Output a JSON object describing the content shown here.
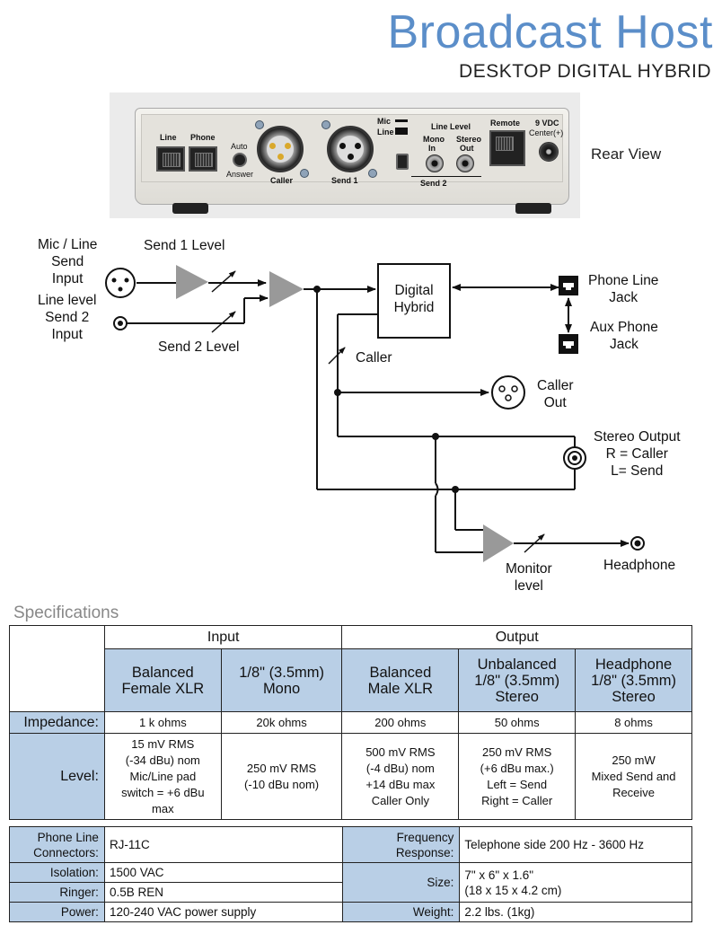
{
  "header": {
    "title": "Broadcast Host",
    "subtitle": "DESKTOP DIGITAL HYBRID"
  },
  "rear_panel": {
    "caption": "Rear View",
    "labels": {
      "line": "Line",
      "phone": "Phone",
      "auto": "Auto",
      "answer": "Answer",
      "caller": "Caller",
      "send1": "Send 1",
      "mic": "Mic",
      "line_switch": "Line",
      "line_level": "Line Level",
      "mono_in": "Mono",
      "mono_in2": "In",
      "stereo_out": "Stereo",
      "stereo_out2": "Out",
      "send2": "Send 2",
      "remote": "Remote",
      "power": "9 VDC",
      "power2": "Center(+)"
    }
  },
  "diagram": {
    "mic_line_send": [
      "Mic / Line",
      "Send",
      "Input"
    ],
    "send1_level": "Send 1 Level",
    "line_level_send2": [
      "Line level",
      "Send 2",
      "Input"
    ],
    "send2_level": "Send 2 Level",
    "hybrid": [
      "Digital",
      "Hybrid"
    ],
    "caller": "Caller",
    "phone_line_jack": [
      "Phone Line",
      "Jack"
    ],
    "aux_phone_jack": [
      "Aux Phone",
      "Jack"
    ],
    "caller_out": [
      "Caller",
      "Out"
    ],
    "stereo_output": [
      "Stereo Output",
      "R = Caller",
      "L= Send"
    ],
    "monitor_level": [
      "Monitor",
      "level"
    ],
    "headphone": "Headphone"
  },
  "specifications": {
    "heading": "Specifications",
    "group_input": "Input",
    "group_output": "Output",
    "columns": [
      [
        "Balanced",
        "Female XLR"
      ],
      [
        "1/8\" (3.5mm)",
        "Mono"
      ],
      [
        "Balanced",
        "Male XLR"
      ],
      [
        "Unbalanced",
        "1/8\" (3.5mm)",
        "Stereo"
      ],
      [
        "Headphone",
        "1/8\" (3.5mm)",
        "Stereo"
      ]
    ],
    "impedance_label": "Impedance:",
    "impedance": [
      "1 k ohms",
      "20k ohms",
      "200 ohms",
      "50 ohms",
      "8 ohms"
    ],
    "level_label": "Level:",
    "level": [
      [
        "15 mV RMS",
        "(-34 dBu) nom",
        "Mic/Line pad",
        "switch = +6 dBu",
        "max"
      ],
      [
        "250 mV RMS",
        "(-10 dBu nom)"
      ],
      [
        "500 mV RMS",
        "(-4 dBu) nom",
        "+14 dBu max",
        "Caller Only"
      ],
      [
        "250 mV RMS",
        "(+6 dBu max.)",
        "Left = Send",
        "Right = Caller"
      ],
      [
        "250 mW",
        "Mixed Send and",
        "Receive"
      ]
    ]
  },
  "general_specs": {
    "phone_line_connectors_label": [
      "Phone  Line",
      "Connectors:"
    ],
    "phone_line_connectors": "RJ-11C",
    "frequency_response_label": [
      "Frequency",
      "Response:"
    ],
    "frequency_response": "Telephone side 200 Hz - 3600 Hz",
    "isolation_label": "Isolation:",
    "isolation": "1500 VAC",
    "size_label": "Size:",
    "size": [
      "7\" x 6\" x 1.6\"",
      "(18 x 15 x 4.2 cm)"
    ],
    "ringer_label": "Ringer:",
    "ringer": "0.5B REN",
    "power_label": "Power:",
    "power": "120-240 VAC power supply",
    "weight_label": "Weight:",
    "weight": "2.2 lbs. (1kg)"
  }
}
